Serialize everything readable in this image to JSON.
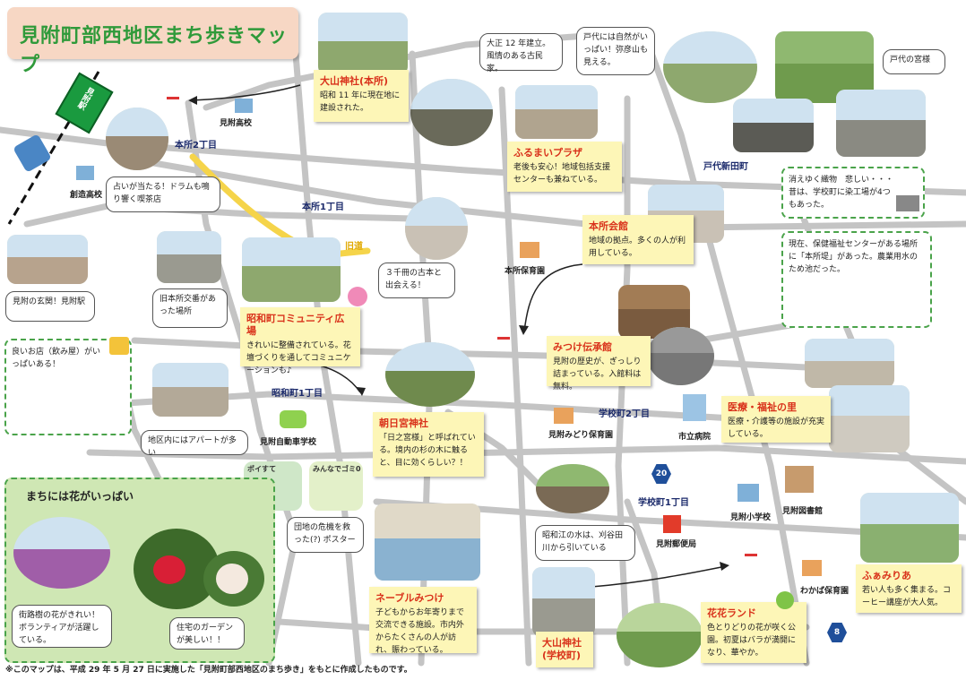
{
  "title": "見附町部西地区まち歩きマップ",
  "districts": [
    "本所2丁目",
    "本所1丁目",
    "昭和町1丁目",
    "学校町2丁目",
    "学校町1丁目",
    "戸代新田町"
  ],
  "route_labels": [
    "旧道"
  ],
  "routes": [
    "20",
    "8"
  ],
  "facilities": {
    "mitsuke_high": "見附高校",
    "sozo_high": "創造高校",
    "honjo_nursery": "本所保育園",
    "midori_nursery": "見附みどり保育園",
    "hospital": "市立病院",
    "driving_school": "見附自動車学校",
    "elementary": "見附小学校",
    "library": "見附図書館",
    "post_office": "見附郵便局",
    "wakaba_nursery": "わかば保育園",
    "station_sign": "見附駅"
  },
  "bubbles": {
    "kissaten": "占いが当たる！ドラムも鳴り響く喫茶店",
    "station": "見附の玄関！見附駅",
    "koban": "旧本所交番があった場所",
    "furuhon": "３千冊の古本と出会える！",
    "kominka": "大正 12 年建立。風情のある古民家。",
    "todai_nature": "戸代には自然がいっぱい！弥彦山も見える。",
    "todai_miyasama": "戸代の宮様",
    "apartments": "地区内にはアパートが多い",
    "poster": "団地の危機を救った(?) ポスター",
    "kariyata": "昭和江の水は、刈谷田川から引いている",
    "street_flowers": "街路樹の花がきれい！ボランティアが活躍している。",
    "garden": "住宅のガーデンが美しい！！"
  },
  "cards": {
    "oyama_honjo": {
      "title": "大山神社(本所)",
      "body": "昭和 11 年に現在地に建設された。"
    },
    "furumai": {
      "title": "ふるまいプラザ",
      "body": "老後も安心！地域包括支援センターも兼ねている。"
    },
    "honjo_kaikan": {
      "title": "本所会館",
      "body": "地域の拠点。多くの人が利用している。"
    },
    "showa_hiroba": {
      "title": "昭和町コミュニティ広場",
      "body": "きれいに整備されている。花壇づくりを通してコミュニケーションも♪"
    },
    "asahimiya": {
      "title": "朝日宮神社",
      "body": "「日之宮様」と呼ばれている。境内の杉の木に触ると、目に効くらしい？！"
    },
    "mitsuke_densho": {
      "title": "みつけ伝承館",
      "body": "見附の歴史が、ぎっしり詰まっている。入館料は無料。"
    },
    "iryo": {
      "title": "医療・福祉の里",
      "body": "医療・介護等の施設が充実している。"
    },
    "neburu": {
      "title": "ネーブルみつけ",
      "body": "子どもからお年寄りまで交流できる施設。市内外からたくさんの人が訪れ、賑わっている。"
    },
    "oyama_gakko": {
      "title": "大山神社",
      "title2": "(学校町)",
      "body": ""
    },
    "hanabana": {
      "title": "花花ランド",
      "body": "色とりどりの花が咲く公園。初夏はバラが満開になり、華やか。"
    },
    "fuamiria": {
      "title": "ふぁみりあ",
      "body": "若い人も多く集まる。コーヒー講座が大人気。"
    }
  },
  "green_boxes": {
    "senshoku": "消えゆく織物　悲しい・・・昔は、学校町に染工場が4つもあった。",
    "honjo_tsutsumi": "現在、保健福祉センターがある場所に「本所堤」があった。農業用水のため池だった。",
    "izakaya": "良いお店（飲み屋）がいっぱいある！"
  },
  "flower_panel_title": "まちには花がいっぱい",
  "poster_text": [
    "ポイすて",
    "みんなでゴミ0"
  ],
  "footnote": "※このマップは、平成 29 年 5 月 27 日に実施した「見附町部西地区のまち歩き」をもとに作成したものです。",
  "colors": {
    "road": "#bdbdbd",
    "old_road": "#f5d44a",
    "card_bg": "#fdf6b7",
    "card_title": "#d9321b",
    "district_label": "#1b2a6b",
    "green_dashed": "#4aa34a",
    "route_hex": "#1f4f9a"
  }
}
